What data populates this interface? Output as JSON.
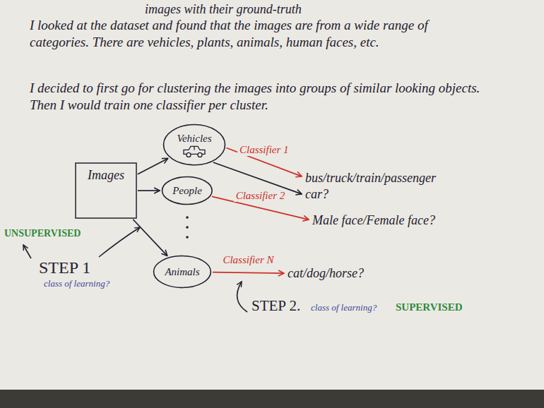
{
  "diagram": {
    "nodes": [
      {
        "text": [
          "Images"
        ]
      },
      {
        "text": [
          "Vehicles"
        ]
      },
      {
        "text": [
          "People"
        ]
      },
      {
        "text": [
          "Animals"
        ]
      },
      {
        "text": [
          "bus/truck/train/passenger car?"
        ]
      },
      {
        "text": [
          "Male face/Female face?"
        ]
      },
      {
        "text": [
          "cat/dog/horse?"
        ]
      }
    ],
    "edges": [
      {
        "from": 0,
        "to": 1,
        "arrow": "to"
      },
      {
        "from": 0,
        "to": 2,
        "arrow": "to"
      },
      {
        "from": 0,
        "to": 3,
        "arrow": "to"
      },
      {
        "from": 1,
        "to": 4,
        "label": "Classifier 1",
        "arrow": "to"
      },
      {
        "from": 1,
        "to": 4,
        "arrow": "to"
      },
      {
        "from": 2,
        "to": 5,
        "label": "Classifier 2",
        "arrow": "to"
      },
      {
        "from": 3,
        "to": 6,
        "label": "Classifier N",
        "arrow": "to"
      }
    ],
    "labels": [
      "images with their ground-truth",
      "I looked at the dataset and found that the images are from a wide range of categories. There are vehicles, plants, animals, human faces, etc.",
      "I decided to first go for clustering the images into groups of similar looking objects. Then I would train one classifier per cluster.",
      "UNSUPERVISED",
      "STEP 1",
      "class of learning?",
      "STEP 2.",
      "class of learning?",
      "SUPERVISED"
    ]
  }
}
